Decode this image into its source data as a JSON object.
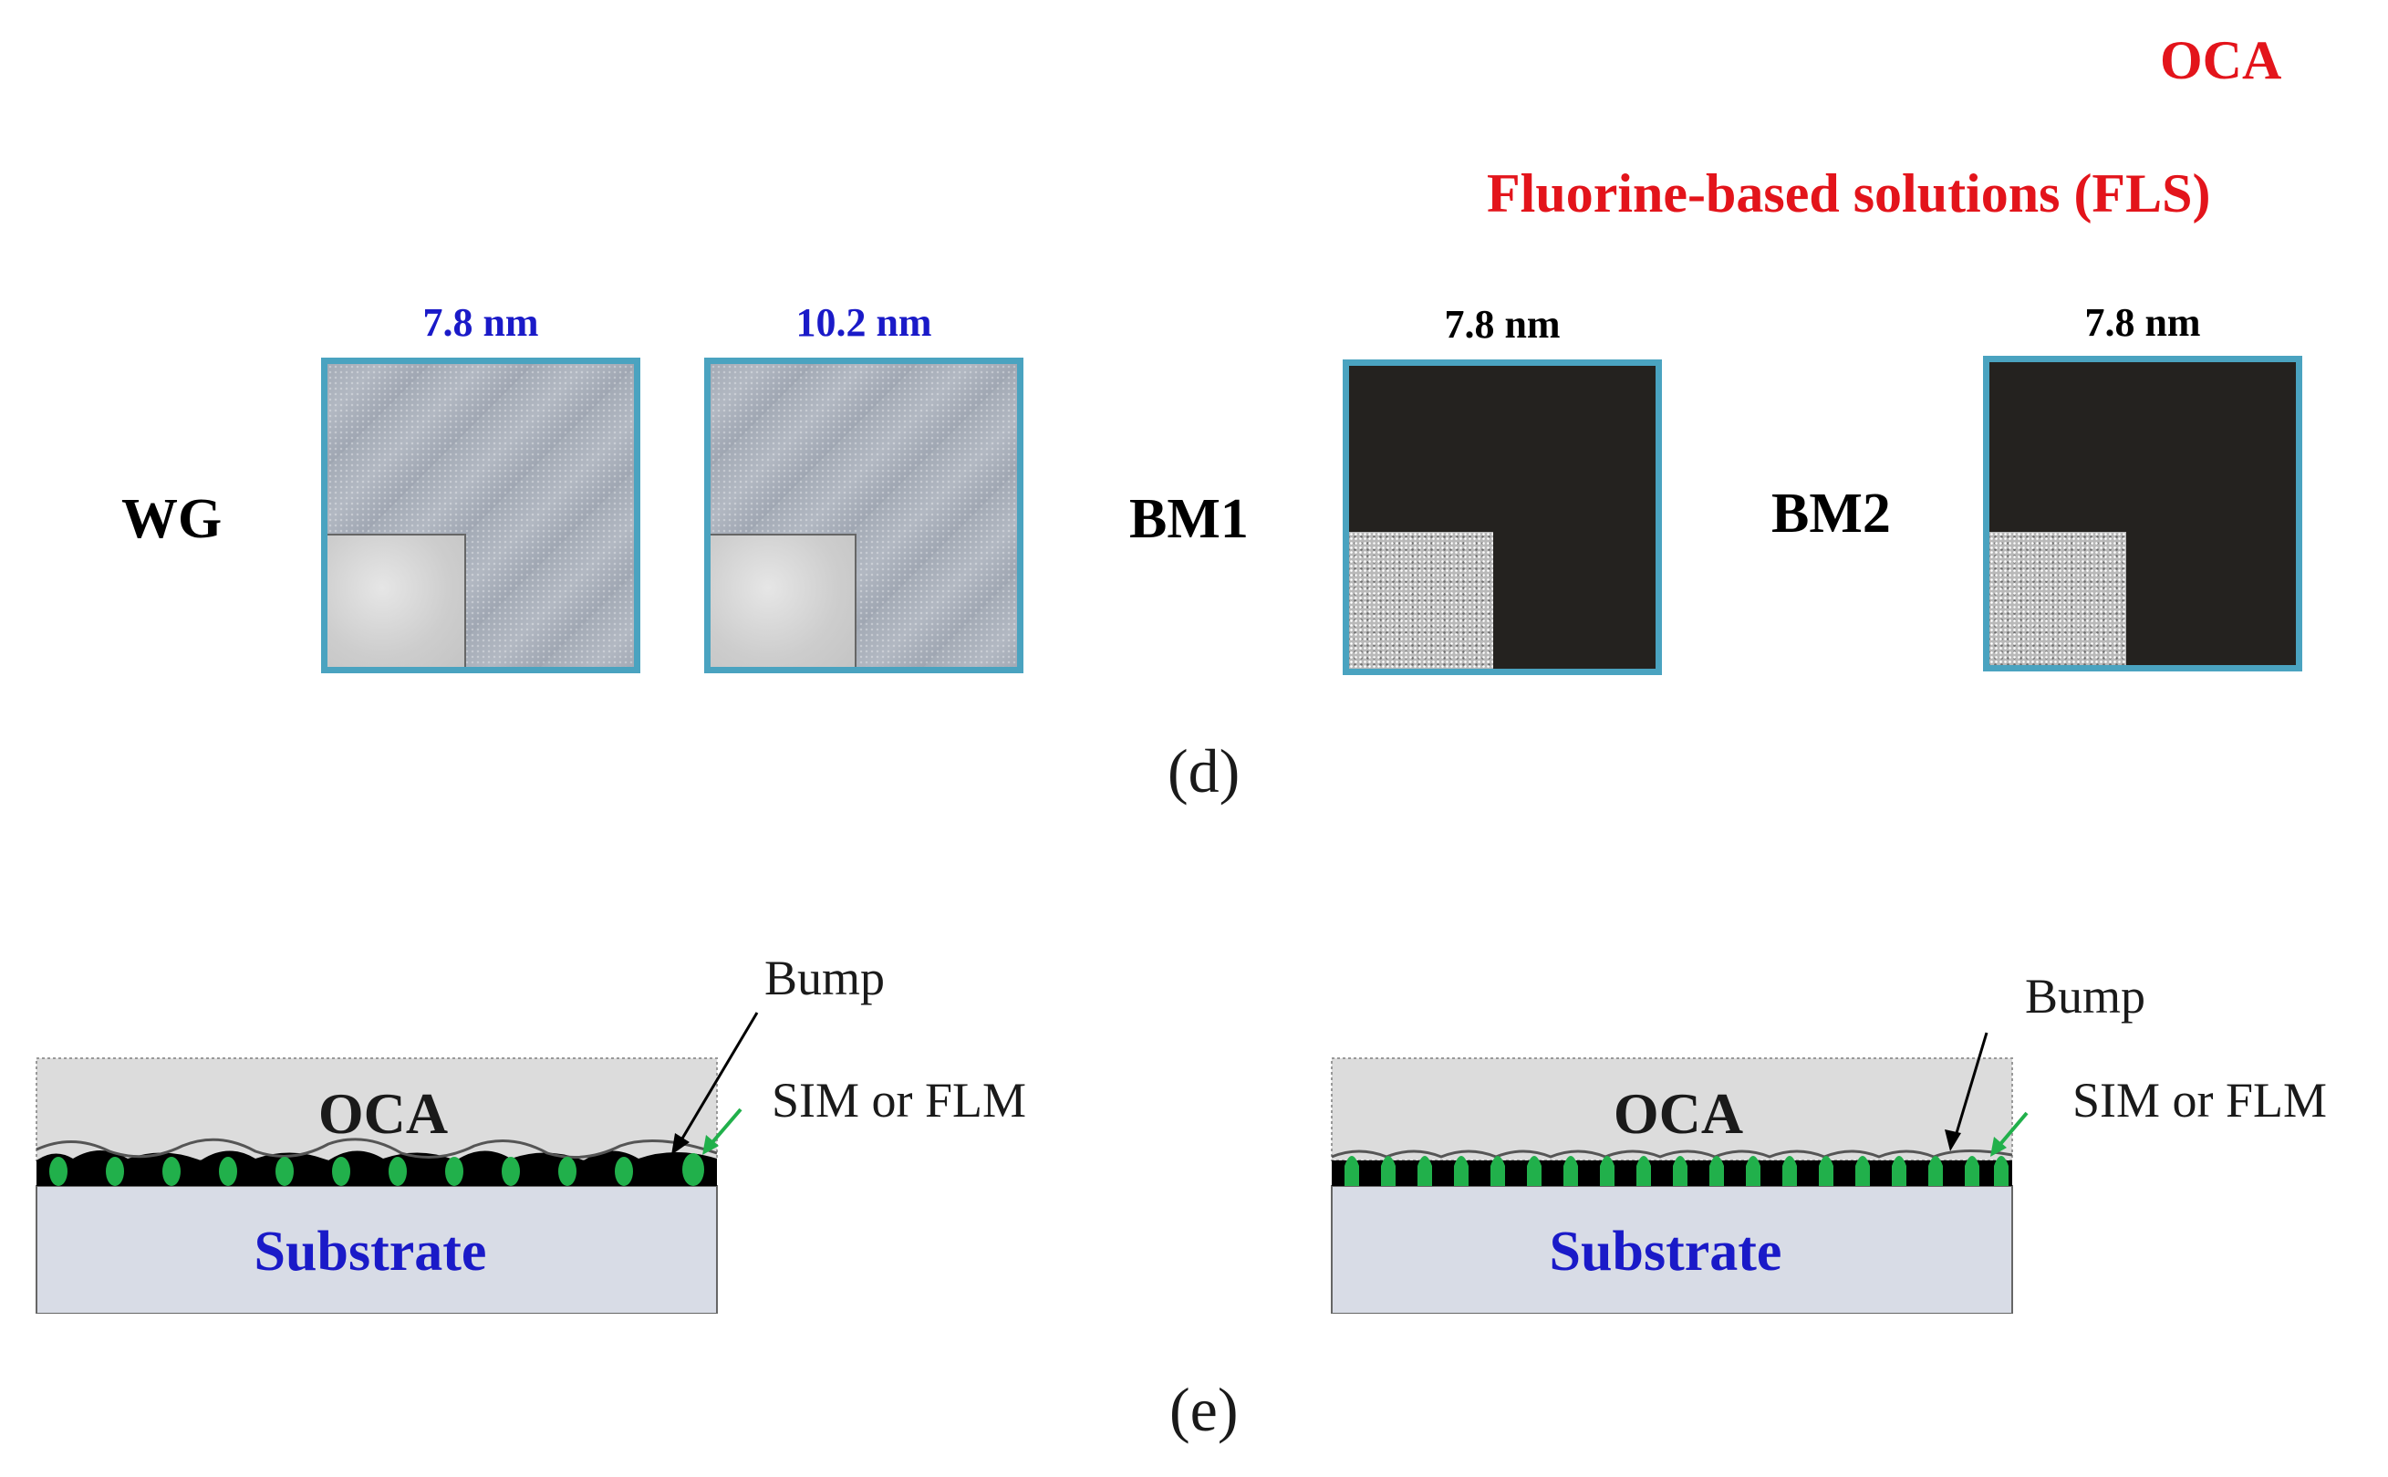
{
  "legend": {
    "oca": "OCA",
    "fls": "Fluorine-based solutions (FLS)",
    "color_red": "#e3141b"
  },
  "panel_d": {
    "label": "(d)",
    "rows": {
      "wg": "WG",
      "bm1": "BM1",
      "bm2": "BM2"
    },
    "images": [
      {
        "caption": "7.8 nm",
        "caption_color": "#1a1ac8"
      },
      {
        "caption": "10.2 nm",
        "caption_color": "#1a1ac8"
      },
      {
        "caption": "7.8 nm",
        "caption_color": "#000000"
      },
      {
        "caption": "7.8 nm",
        "caption_color": "#000000"
      }
    ],
    "frame_color": "#4aa3c0"
  },
  "panel_e": {
    "label": "(e)",
    "diagrams": [
      {
        "oca": "OCA",
        "substrate": "Substrate",
        "bump": "Bump",
        "layer": "SIM or FLM"
      },
      {
        "oca": "OCA",
        "substrate": "Substrate",
        "bump": "Bump",
        "layer": "SIM or FLM"
      }
    ],
    "colors": {
      "oca_fill": "#dcdcdc",
      "substrate_fill": "#d8dce6",
      "substrate_text": "#1a1ac8",
      "pillar": "#21b04b"
    }
  }
}
